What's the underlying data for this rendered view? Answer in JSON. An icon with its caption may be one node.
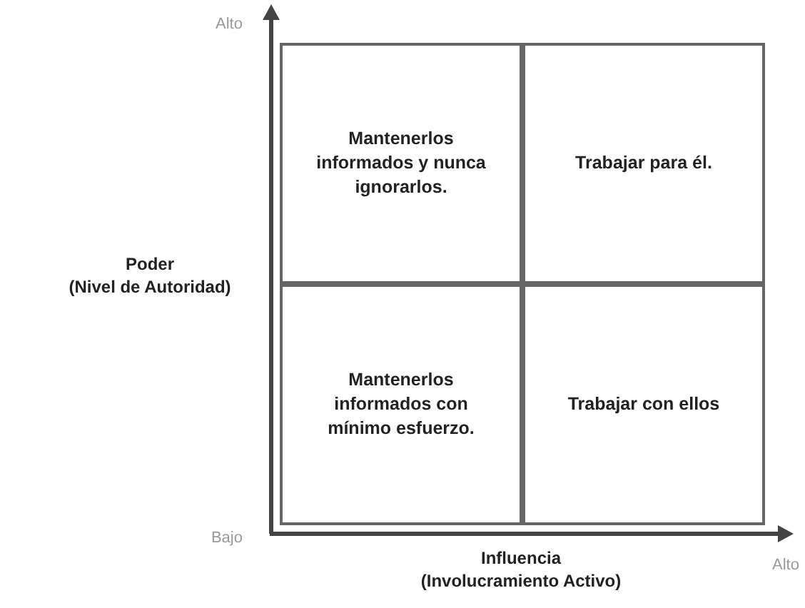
{
  "diagram": {
    "nodes": [
      {
        "text": [
          "Mantenerlos informados y nunca ignorarlos."
        ]
      },
      {
        "text": [
          "Trabajar para él."
        ]
      },
      {
        "text": [
          "Mantenerlos informados con mínimo esfuerzo."
        ]
      },
      {
        "text": [
          "Trabajar con ellos"
        ]
      }
    ],
    "labels": [
      "Alto",
      "Poder",
      "(Nivel de Autoridad)",
      "Bajo",
      "Alto",
      "Influencia",
      "(Involucramiento Activo)"
    ]
  }
}
